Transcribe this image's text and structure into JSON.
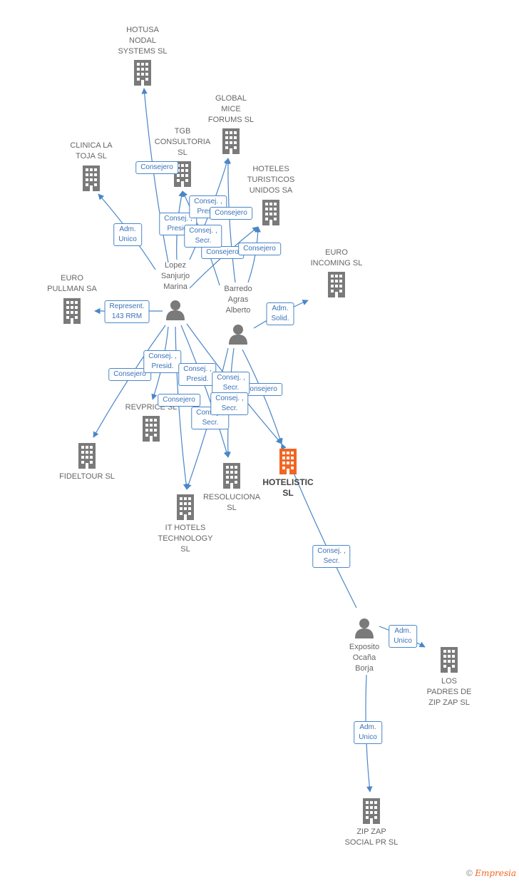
{
  "colors": {
    "edge": "#4a86c8",
    "icon": "#7a7a7a",
    "focus": "#f26522"
  },
  "nodes": [
    {
      "id": "hotusa",
      "kind": "company",
      "label": "HOTUSA\nNODAL\nSYSTEMS SL"
    },
    {
      "id": "global",
      "kind": "company",
      "label": "GLOBAL\nMICE\nFORUMS SL"
    },
    {
      "id": "tgb",
      "kind": "company",
      "label": "TGB\nCONSULTORIA\nSL"
    },
    {
      "id": "clinica",
      "kind": "company",
      "label": "CLINICA LA\nTOJA SL"
    },
    {
      "id": "hoteles_tur",
      "kind": "company",
      "label": "HOTELES\nTURISTICOS\nUNIDOS SA"
    },
    {
      "id": "euro_incoming",
      "kind": "company",
      "label": "EURO\nINCOMING SL"
    },
    {
      "id": "euro_pullman",
      "kind": "company",
      "label": "EURO\nPULLMAN SA"
    },
    {
      "id": "lopez",
      "kind": "person",
      "label": "Lopez\nSanjurjo\nMarina"
    },
    {
      "id": "barredo",
      "kind": "person",
      "label": "Barredo\nAgras\nAlberto"
    },
    {
      "id": "revprice",
      "kind": "company",
      "label": "REVPRICE SL"
    },
    {
      "id": "fideltour",
      "kind": "company",
      "label": "FIDELTOUR SL"
    },
    {
      "id": "hotelistic",
      "kind": "focus",
      "label": "HOTELISTIC\nSL"
    },
    {
      "id": "resoluciona",
      "kind": "company",
      "label": "RESOLUCIONA\nSL"
    },
    {
      "id": "ithotels",
      "kind": "company",
      "label": "IT HOTELS\nTECHNOLOGY\nSL"
    },
    {
      "id": "exposito",
      "kind": "person",
      "label": "Exposito\nOcaña\nBorja"
    },
    {
      "id": "padres",
      "kind": "company",
      "label": "LOS\nPADRES DE\nZIP ZAP SL"
    },
    {
      "id": "zipzap",
      "kind": "company",
      "label": "ZIP ZAP\nSOCIAL PR SL"
    }
  ],
  "edges": [
    {
      "from": "lopez",
      "to": "hotusa",
      "label": "Consejero"
    },
    {
      "from": "lopez",
      "to": "clinica",
      "label": "Adm.\nUnico"
    },
    {
      "from": "lopez",
      "to": "tgb",
      "label": "Consej. ,\nPresid."
    },
    {
      "from": "lopez",
      "to": "global",
      "label": "Consej. ,\nPresid."
    },
    {
      "from": "lopez",
      "to": "hoteles_tur",
      "label": "Consejero"
    },
    {
      "from": "lopez",
      "to": "euro_pullman",
      "label": "Represent.\n143 RRM"
    },
    {
      "from": "lopez",
      "to": "fideltour",
      "label": "Consejero"
    },
    {
      "from": "lopez",
      "to": "revprice",
      "label": "Consej. ,\nPresid."
    },
    {
      "from": "lopez",
      "to": "ithotels",
      "label": "Consejero"
    },
    {
      "from": "lopez",
      "to": "resoluciona",
      "label": "Consej. ,\nSecr."
    },
    {
      "from": "lopez",
      "to": "hotelistic",
      "label": "Consej. ,\nPresid."
    },
    {
      "from": "barredo",
      "to": "tgb",
      "label": "Consej. ,\nSecr."
    },
    {
      "from": "barredo",
      "to": "global",
      "label": "Consejero"
    },
    {
      "from": "barredo",
      "to": "hoteles_tur",
      "label": "Consejero"
    },
    {
      "from": "barredo",
      "to": "euro_incoming",
      "label": "Adm.\nSolid."
    },
    {
      "from": "barredo",
      "to": "hotelistic",
      "label": "Consejero"
    },
    {
      "from": "barredo",
      "to": "resoluciona",
      "label": "Consej. ,\nSecr."
    },
    {
      "from": "barredo",
      "to": "ithotels",
      "label": "Consej. ,\nSecr."
    },
    {
      "from": "exposito",
      "to": "hotelistic",
      "label": "Consej. ,\nSecr."
    },
    {
      "from": "exposito",
      "to": "padres",
      "label": "Adm.\nUnico"
    },
    {
      "from": "exposito",
      "to": "zipzap",
      "label": "Adm.\nUnico"
    }
  ],
  "brand": {
    "symbol": "©",
    "name": "Empresia"
  }
}
